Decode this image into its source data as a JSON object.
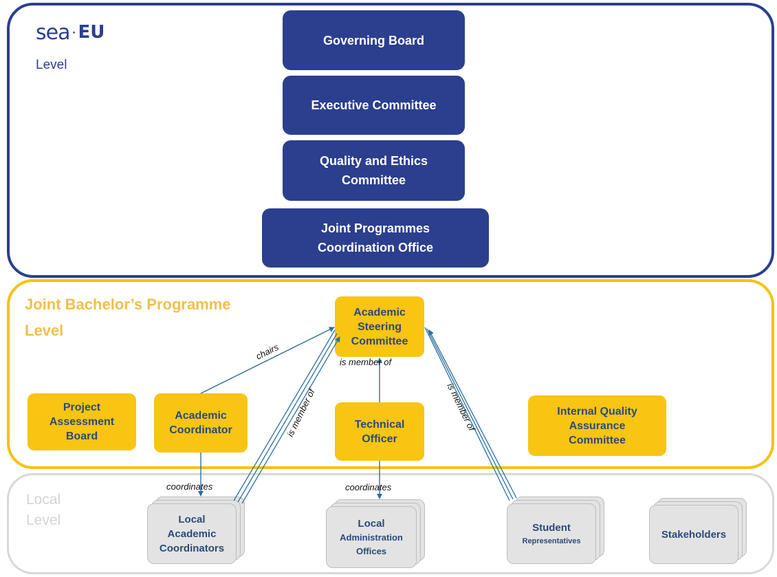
{
  "logo": {
    "text_sea": "sea",
    "text_eu": "EU",
    "separator": "·"
  },
  "regions": {
    "sea": {
      "label": "Level",
      "color": "#2b3f8e"
    },
    "jbp": {
      "title_line1": "Joint Bachelor’s Programme",
      "title_line2": "Level",
      "color": "#f4c30d"
    },
    "local": {
      "title_line1": "Local",
      "title_line2": "Level",
      "color": "#d8d8d8"
    }
  },
  "sea_boxes": {
    "governing_board": "Governing Board",
    "executive_committee": "Executive Committee",
    "quality_ethics": "Quality and Ethics\nCommittee",
    "jpco": "Joint Programmes\nCoordination Office"
  },
  "jbp_boxes": {
    "academic_steering": "Academic\nSteering\nCommittee",
    "project_assessment": "Project\nAssessment\nBoard",
    "academic_coordinator": "Academic\nCoordinator",
    "technical_officer": "Technical\nOfficer",
    "internal_quality": "Internal Quality\nAssurance\nCommittee"
  },
  "local_boxes": {
    "local_academic": "Local\nAcademic\nCoordinators",
    "local_admin_main": "Local",
    "local_admin_sub": "Administration\nOffices",
    "student_main": "Student",
    "student_sub": "Representatives",
    "stakeholders": "Stakeholders"
  },
  "edge_labels": {
    "chairs": "chairs",
    "is_member_of_center": "is member of",
    "is_member_of_left": "is member of",
    "is_member_of_right": "is member of",
    "coordinates_left": "coordinates",
    "coordinates_center": "coordinates"
  },
  "colors": {
    "blue": "#2b3f8e",
    "yellow": "#f7c512",
    "arrow": "#2b6f9e",
    "text_dark": "#2b4a7a"
  }
}
